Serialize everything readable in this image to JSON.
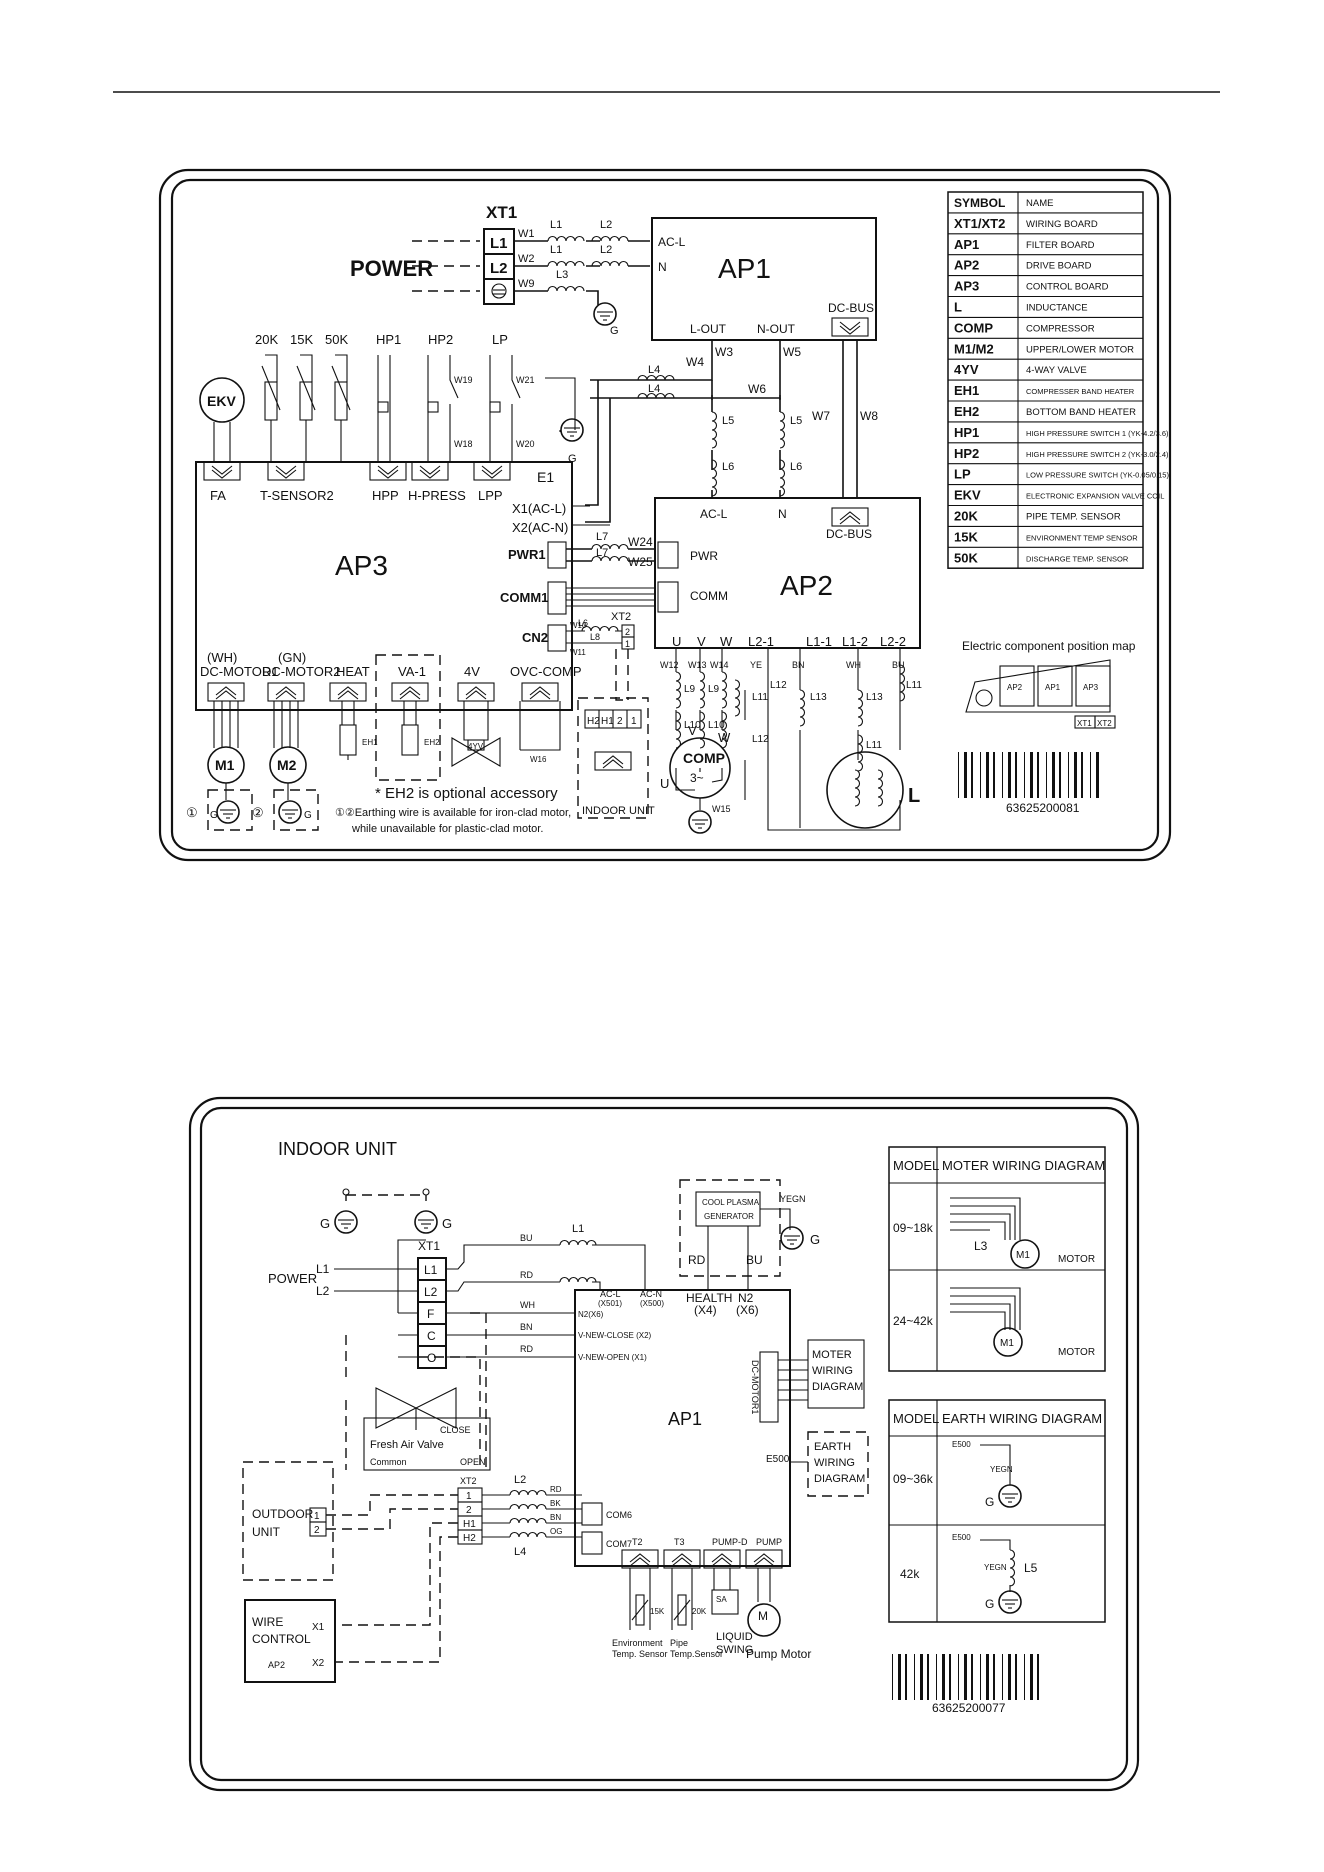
{
  "outdoor": {
    "power_label": "POWER",
    "xt1": {
      "title": "XT1",
      "terms": [
        "L1",
        "L2"
      ]
    },
    "wires": [
      "W1",
      "W2",
      "W9",
      "W3",
      "W4",
      "W5",
      "W6",
      "W7",
      "W8",
      "W10",
      "W11",
      "W12",
      "W13",
      "W14",
      "W15",
      "W16",
      "W18",
      "W19",
      "W20",
      "W21",
      "W24",
      "W25"
    ],
    "inductors": [
      "L1",
      "L2",
      "L1",
      "L2",
      "L3",
      "L4",
      "L4",
      "L5",
      "L6",
      "L5",
      "L6",
      "L7",
      "L7",
      "L8",
      "L6",
      "L9",
      "L10",
      "L9",
      "L10",
      "L11",
      "L12",
      "L13",
      "L12",
      "L13",
      "L11"
    ],
    "ap1": {
      "title": "AP1",
      "ac_l": "AC-L",
      "n": "N",
      "l_out": "L-OUT",
      "n_out": "N-OUT",
      "dc_bus": "DC-BUS"
    },
    "ap2": {
      "title": "AP2",
      "ac_l": "AC-L",
      "n": "N",
      "dc_bus": "DC-BUS",
      "pwr": "PWR",
      "comm": "COMM",
      "bottom": [
        "U",
        "V",
        "W",
        "L2-1",
        "L1-1",
        "L1-2",
        "L2-2"
      ]
    },
    "ap3": {
      "title": "AP3",
      "e1": "E1",
      "x1": "X1(AC-L)",
      "x2": "X2(AC-N)",
      "pwr1": "PWR1",
      "comm1": "COMM1",
      "cn2": "CN2",
      "top_connectors": [
        "FA",
        "T-SENSOR2",
        "HPP",
        "H-PRESS",
        "LPP"
      ],
      "bottom_connectors": [
        "DC-MOTOR1",
        "DC-MOTOR2",
        "HEAT",
        "VA-1",
        "4V",
        "OVC-COMP"
      ],
      "wh": "(WH)",
      "gn": "(GN)"
    },
    "sensors": [
      "20K",
      "15K",
      "50K",
      "HP1",
      "HP2",
      "LP"
    ],
    "ekv": "EKV",
    "motors": [
      "M1",
      "M2"
    ],
    "heaters": [
      "EH1",
      "EH2"
    ],
    "valve": "4YV",
    "xt2": {
      "title": "XT2",
      "terms": [
        "1",
        "2"
      ]
    },
    "indoor_terms": [
      "H2",
      "H1",
      "2",
      "1"
    ],
    "indoor_unit": "INDOOR UNIT",
    "comp": {
      "title": "COMP",
      "sub": "3~",
      "u": "U",
      "v": "V",
      "w": "W"
    },
    "colors": [
      "YE",
      "BN",
      "WH",
      "BU"
    ],
    "reactor": "L",
    "ground": "G",
    "note1": "* EH2 is optional accessory",
    "note2": "①②Earthing wire is available for iron-clad motor,",
    "note3": "while unavailable for plastic-clad motor.",
    "circle1": "①",
    "circle2": "②",
    "legend": [
      [
        "SYMBOL",
        "NAME"
      ],
      [
        "XT1/XT2",
        "WIRING BOARD"
      ],
      [
        "AP1",
        "FILTER BOARD"
      ],
      [
        "AP2",
        "DRIVE BOARD"
      ],
      [
        "AP3",
        "CONTROL BOARD"
      ],
      [
        "L",
        "INDUCTANCE"
      ],
      [
        "COMP",
        "COMPRESSOR"
      ],
      [
        "M1/M2",
        "UPPER/LOWER MOTOR"
      ],
      [
        "4YV",
        "4-WAY VALVE"
      ],
      [
        "EH1",
        "COMPRESSER BAND HEATER"
      ],
      [
        "EH2",
        "BOTTOM BAND HEATER"
      ],
      [
        "HP1",
        "HIGH PRESSURE SWITCH 1 (YK-4.2/3.6)"
      ],
      [
        "HP2",
        "HIGH PRESSURE SWITCH 2 (YK-3.0/2.4)"
      ],
      [
        "LP",
        "LOW PRESSURE SWITCH (YK-0.05/0.15)"
      ],
      [
        "EKV",
        "ELECTRONIC EXPANSION VALVE COIL"
      ],
      [
        "20K",
        "PIPE TEMP. SENSOR"
      ],
      [
        "15K",
        "ENVIRONMENT TEMP SENSOR"
      ],
      [
        "50K",
        "DISCHARGE TEMP. SENSOR"
      ]
    ],
    "position_map": {
      "title": "Electric component position map",
      "boards": [
        "AP2",
        "AP1",
        "AP3"
      ],
      "xt": [
        "XT1",
        "XT2"
      ]
    },
    "barcode": "63625200081"
  },
  "indoor": {
    "title": "INDOOR UNIT",
    "power_label": "POWER",
    "power_lines": [
      "L1",
      "L2"
    ],
    "xt1": {
      "title": "XT1",
      "terms": [
        "L1",
        "L2",
        "F",
        "C",
        "O"
      ]
    },
    "wire_colors": [
      "BU",
      "RD",
      "WH",
      "BN",
      "RD",
      "RD",
      "BK",
      "BN",
      "OG",
      "YEGN",
      "RD",
      "BU"
    ],
    "ap1": {
      "title": "AP1",
      "ac_l": "AC-L",
      "ac_l2": "(X501)",
      "ac_n": "AC-N",
      "ac_n2": "(X500)",
      "health": "HEALTH",
      "health2": "(X4)",
      "n2": "N2",
      "n2b": "(X6)",
      "n2x6": "N2(X6)",
      "v_close": "V-NEW-CLOSE (X2)",
      "v_open": "V-NEW-OPEN (X1)",
      "com6": "COM6",
      "com7": "COM7",
      "dc_motor": "DC-MOTOR1",
      "e500": "E500",
      "bottom": [
        "T2",
        "T3",
        "PUMP-D",
        "PUMP"
      ]
    },
    "plasma": [
      "COOL PLASMA",
      "GENERATOR"
    ],
    "valve": {
      "close": "CLOSE",
      "name": "Fresh Air Valve",
      "common": "Common",
      "open": "OPEN"
    },
    "xt2": {
      "title": "XT2",
      "terms": [
        "1",
        "2",
        "H1",
        "H2"
      ]
    },
    "outdoor_unit": [
      "OUTDOOR",
      "UNIT"
    ],
    "outdoor_terms": [
      "1",
      "2"
    ],
    "wire_control": {
      "l1": "WIRE",
      "l2": "CONTROL",
      "ap": "AP2",
      "x1": "X1",
      "x2": "X2"
    },
    "inductors": [
      "L1",
      "L2",
      "L4"
    ],
    "ground": "G",
    "moter_box": [
      "MOTER",
      "WIRING",
      "DIAGRAM"
    ],
    "earth_box": [
      "EARTH",
      "WIRING",
      "DIAGRAM"
    ],
    "sensors": {
      "t2": [
        "Environment",
        "Temp. Sensor"
      ],
      "t3": [
        "Pipe",
        "Temp.Sensor"
      ],
      "r15": "15K",
      "r20": "20K"
    },
    "swing": [
      "LIQUID",
      "SWING"
    ],
    "sa": "SA",
    "pump_motor": "Pump Motor",
    "pump_m": "M",
    "motor_table": {
      "h1": "MODEL",
      "h2": "MOTER WIRING DIAGRAM",
      "rows": [
        "09~18k",
        "24~42k"
      ],
      "l3": "L3",
      "m1": "M1",
      "motor": "MOTOR"
    },
    "earth_table": {
      "h1": "MODEL",
      "h2": "EARTH WIRING DIAGRAM",
      "rows": [
        "09~36k",
        "42k"
      ],
      "e500": "E500",
      "yegn": "YEGN",
      "l5": "L5",
      "g": "G"
    },
    "barcode": "63625200077"
  }
}
